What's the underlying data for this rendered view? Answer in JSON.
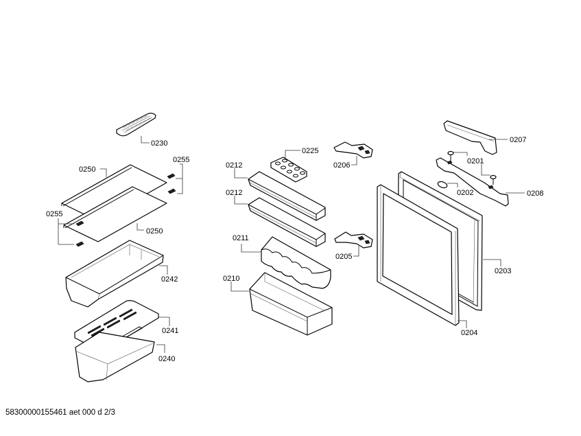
{
  "diagram": {
    "title": "Exploded parts diagram",
    "colors": {
      "line": "#000000",
      "background": "#ffffff"
    },
    "parts": [
      {
        "id": "0230",
        "label": "0230",
        "description": "ice cube tray"
      },
      {
        "id": "0250a",
        "label": "0250",
        "description": "glass shelf (upper)"
      },
      {
        "id": "0250b",
        "label": "0250",
        "description": "glass shelf (lower)"
      },
      {
        "id": "0255a",
        "label": "0255",
        "description": "shelf end caps (right)"
      },
      {
        "id": "0255b",
        "label": "0255",
        "description": "shelf end caps (left)"
      },
      {
        "id": "0242",
        "label": "0242",
        "description": "drawer"
      },
      {
        "id": "0241",
        "label": "0241",
        "description": "drawer lid"
      },
      {
        "id": "0240",
        "label": "0240",
        "description": "container"
      },
      {
        "id": "0225",
        "label": "0225",
        "description": "egg tray"
      },
      {
        "id": "0212a",
        "label": "0212",
        "description": "door shelf (upper)"
      },
      {
        "id": "0212b",
        "label": "0212",
        "description": "door shelf (lower)"
      },
      {
        "id": "0211",
        "label": "0211",
        "description": "bottle shelf insert"
      },
      {
        "id": "0210",
        "label": "0210",
        "description": "bottle shelf"
      },
      {
        "id": "0206",
        "label": "0206",
        "description": "upper hinge"
      },
      {
        "id": "0205",
        "label": "0205",
        "description": "lower hinge"
      },
      {
        "id": "0207",
        "label": "0207",
        "description": "trim strip"
      },
      {
        "id": "0201",
        "label": "0201",
        "description": "screws"
      },
      {
        "id": "0202",
        "label": "0202",
        "description": "cap"
      },
      {
        "id": "0208",
        "label": "0208",
        "description": "bracket"
      },
      {
        "id": "0203",
        "label": "0203",
        "description": "door"
      },
      {
        "id": "0204",
        "label": "0204",
        "description": "door seal"
      }
    ]
  },
  "footer": {
    "text": "58300000155461 aet 000 d 2/3"
  }
}
